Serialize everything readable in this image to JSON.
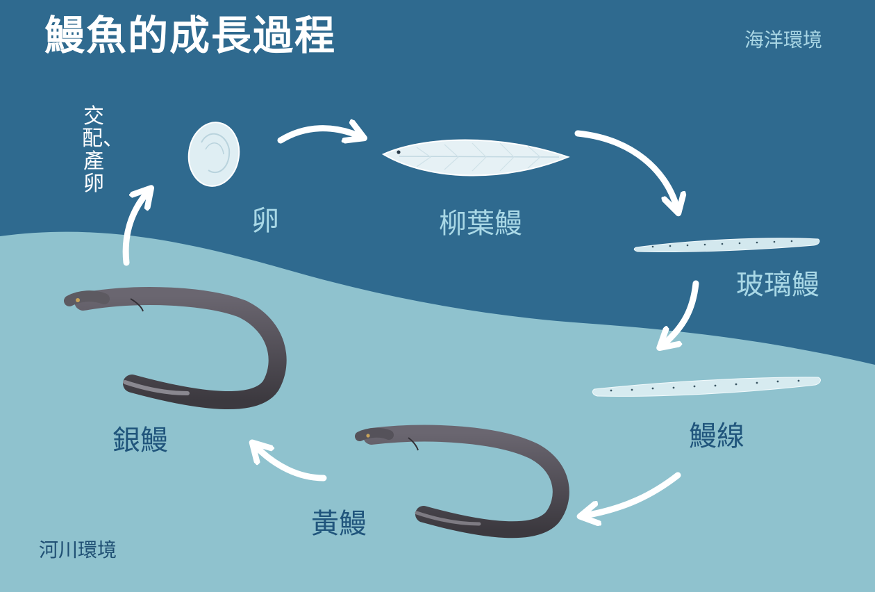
{
  "title": "鰻魚的成長過程",
  "environments": {
    "sea": "海洋環境",
    "river": "河川環境"
  },
  "spawning_note": "交配、產卵",
  "stages": {
    "egg": "卵",
    "leptocephalus": "柳葉鰻",
    "glass_eel": "玻璃鰻",
    "elver": "鰻線",
    "yellow_eel": "黃鰻",
    "silver_eel": "銀鰻"
  },
  "colors": {
    "sea": "#2f6a8f",
    "river": "#8fc2ce",
    "arrow": "#ffffff",
    "light_label": "#a9d8e6",
    "dark_label": "#20557c"
  }
}
